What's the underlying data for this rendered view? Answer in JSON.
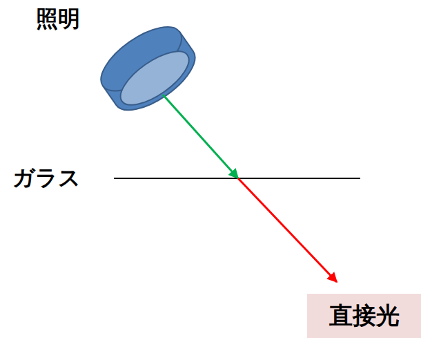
{
  "diagram": {
    "nodes": [
      {
        "text": [
          "直接光"
        ]
      }
    ],
    "labels": [
      "照明",
      "ガラス"
    ]
  }
}
